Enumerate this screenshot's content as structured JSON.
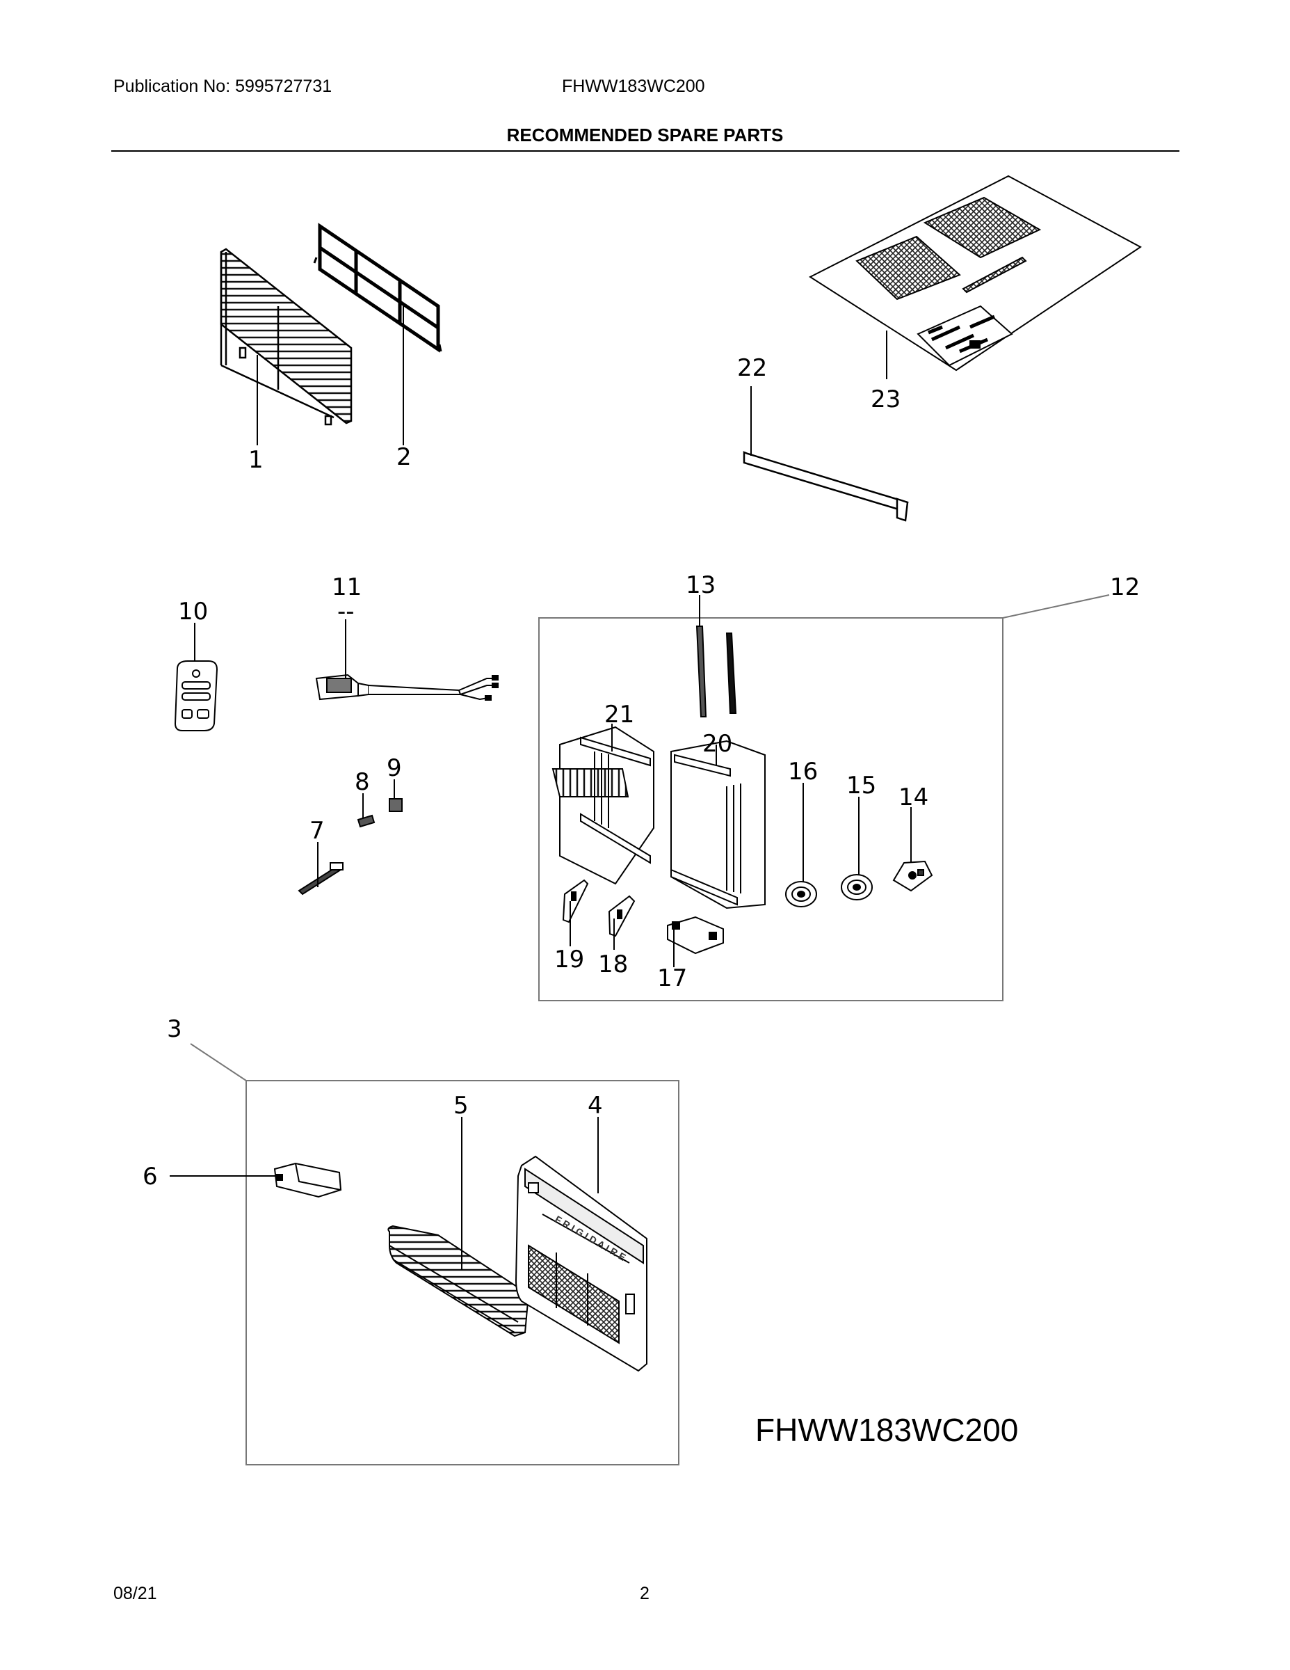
{
  "header": {
    "publication": "Publication No: 5995727731",
    "model": "FHWW183WC200",
    "title": "RECOMMENDED SPARE PARTS"
  },
  "footer": {
    "date": "08/21",
    "page": "2"
  },
  "diagram": {
    "model_label": "FHWW183WC200",
    "callouts": [
      "1",
      "2",
      "3",
      "4",
      "5",
      "6",
      "7",
      "8",
      "9",
      "10",
      "11",
      "12",
      "13",
      "14",
      "15",
      "16",
      "17",
      "18",
      "19",
      "20",
      "21",
      "22",
      "23"
    ],
    "dash_mark": "--"
  }
}
